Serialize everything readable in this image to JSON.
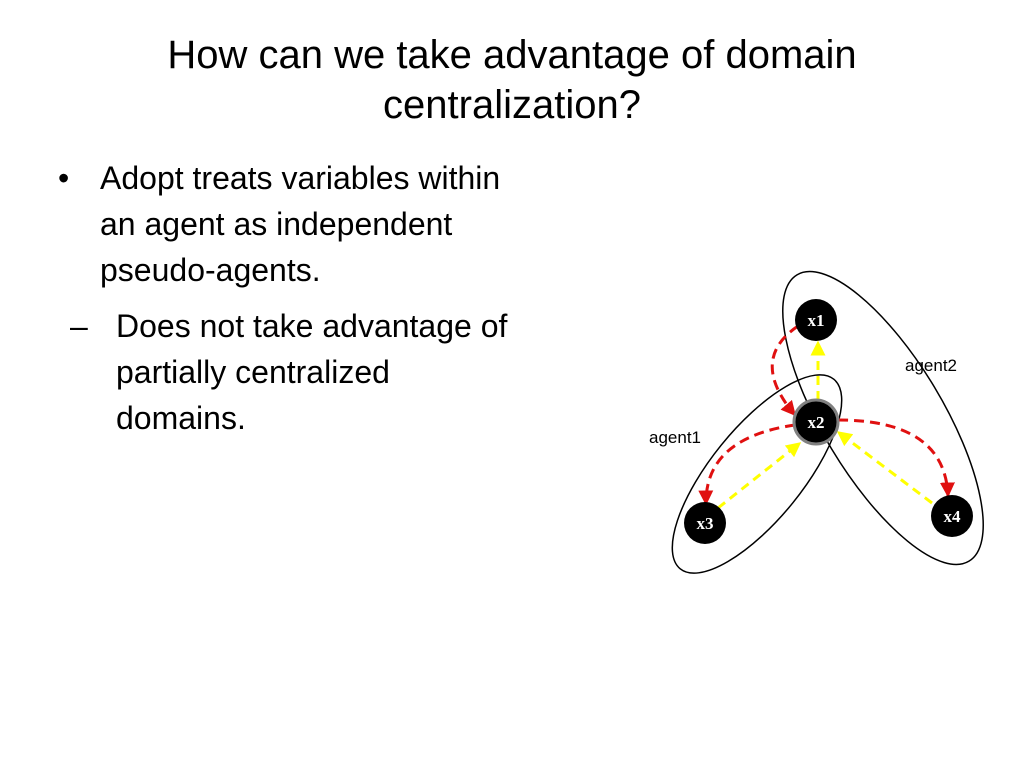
{
  "slide": {
    "title_lines": [
      "How can we take advantage of domain",
      "centralization?"
    ],
    "bullets": [
      {
        "marker": "•",
        "lines": [
          "Adopt treats variables within",
          "an agent as independent",
          "pseudo-agents."
        ],
        "sub_bullets": [
          {
            "marker": "–",
            "lines": [
              "Does not take advantage of",
              "partially centralized",
              "domains."
            ]
          }
        ]
      }
    ]
  },
  "diagram": {
    "agents": [
      {
        "id": "agent1",
        "label": "agent1",
        "members": [
          "x2",
          "x3"
        ]
      },
      {
        "id": "agent2",
        "label": "agent2",
        "members": [
          "x1",
          "x2",
          "x4"
        ]
      }
    ],
    "nodes": [
      {
        "id": "x1",
        "label": "x1"
      },
      {
        "id": "x2",
        "label": "x2"
      },
      {
        "id": "x3",
        "label": "x3"
      },
      {
        "id": "x4",
        "label": "x4"
      }
    ],
    "edges_yellow": [
      {
        "from": "x2",
        "to": "x1"
      },
      {
        "from": "x3",
        "to": "x2"
      },
      {
        "from": "x4",
        "to": "x2"
      }
    ],
    "edges_red": [
      {
        "from": "x1",
        "to": "x2"
      },
      {
        "from": "x2",
        "to": "x3"
      },
      {
        "from": "x2",
        "to": "x4"
      }
    ],
    "colors": {
      "node_fill": "#000000",
      "node_text": "#ffffff",
      "node_highlight_ring": "#808080",
      "red_arrow": "#e01010",
      "yellow_arrow": "#ffff00",
      "ellipse_stroke": "#000000"
    }
  }
}
